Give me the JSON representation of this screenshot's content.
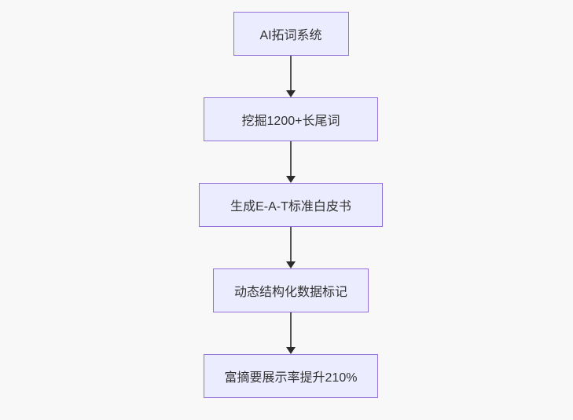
{
  "diagram": {
    "type": "flowchart",
    "direction": "top-down",
    "nodes": [
      {
        "label": "AI拓词系统"
      },
      {
        "label": "挖掘1200+长尾词"
      },
      {
        "label": "生成E-A-T标准白皮书"
      },
      {
        "label": "动态结构化数据标记"
      },
      {
        "label": "富摘要展示率提升210%"
      }
    ],
    "edges": [
      {
        "from": "AI拓词系统",
        "to": "挖掘1200+长尾词"
      },
      {
        "from": "挖掘1200+长尾词",
        "to": "生成E-A-T标准白皮书"
      },
      {
        "from": "生成E-A-T标准白皮书",
        "to": "动态结构化数据标记"
      },
      {
        "from": "动态结构化数据标记",
        "to": "富摘要展示率提升210%"
      }
    ],
    "colors": {
      "background": "#f8f8f8",
      "node_fill": "#ececff",
      "node_border": "#9370db",
      "edge_line": "#555555",
      "arrowhead": "#2b2b2b",
      "text": "#333333"
    }
  }
}
